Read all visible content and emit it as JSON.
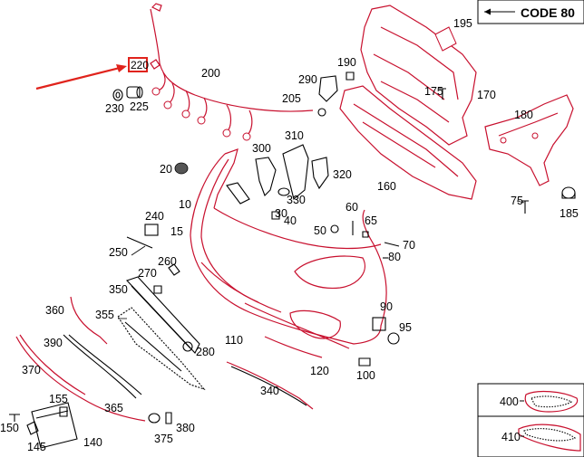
{
  "code_box": {
    "text": "CODE 80"
  },
  "highlighted_label": "220",
  "callouts": {
    "c10": "10",
    "c20": "20",
    "c50": "50",
    "c60": "60",
    "c65": "65",
    "c70": "70",
    "c75": "75",
    "c80": "80",
    "c90": "90",
    "c95": "95",
    "c100": "100",
    "c110": "110",
    "c120": "120",
    "c140": "140",
    "c145": "145",
    "c150": "150",
    "c155": "155",
    "c160": "160",
    "c170": "170",
    "c175": "175",
    "c180": "180",
    "c185": "185",
    "c190": "190",
    "c195": "195",
    "c200": "200",
    "c205": "205",
    "c220": "220",
    "c225": "225",
    "c230": "230",
    "c240": "240",
    "c250": "250",
    "c260": "260",
    "c270": "270",
    "c280": "280",
    "c290": "290",
    "c300": "300",
    "c310": "310",
    "c320": "320",
    "c330": "330",
    "c340": "340",
    "c350": "350",
    "c355": "355",
    "c360": "360",
    "c365": "365",
    "c370": "370",
    "c375": "375",
    "c380": "380",
    "c390": "390",
    "c400": "400",
    "c410": "410",
    "c15": "15",
    "c40": "40",
    "c30": "30"
  },
  "colors": {
    "highlight": "#e0231c",
    "part_red": "#c8102e",
    "line": "#000000"
  }
}
